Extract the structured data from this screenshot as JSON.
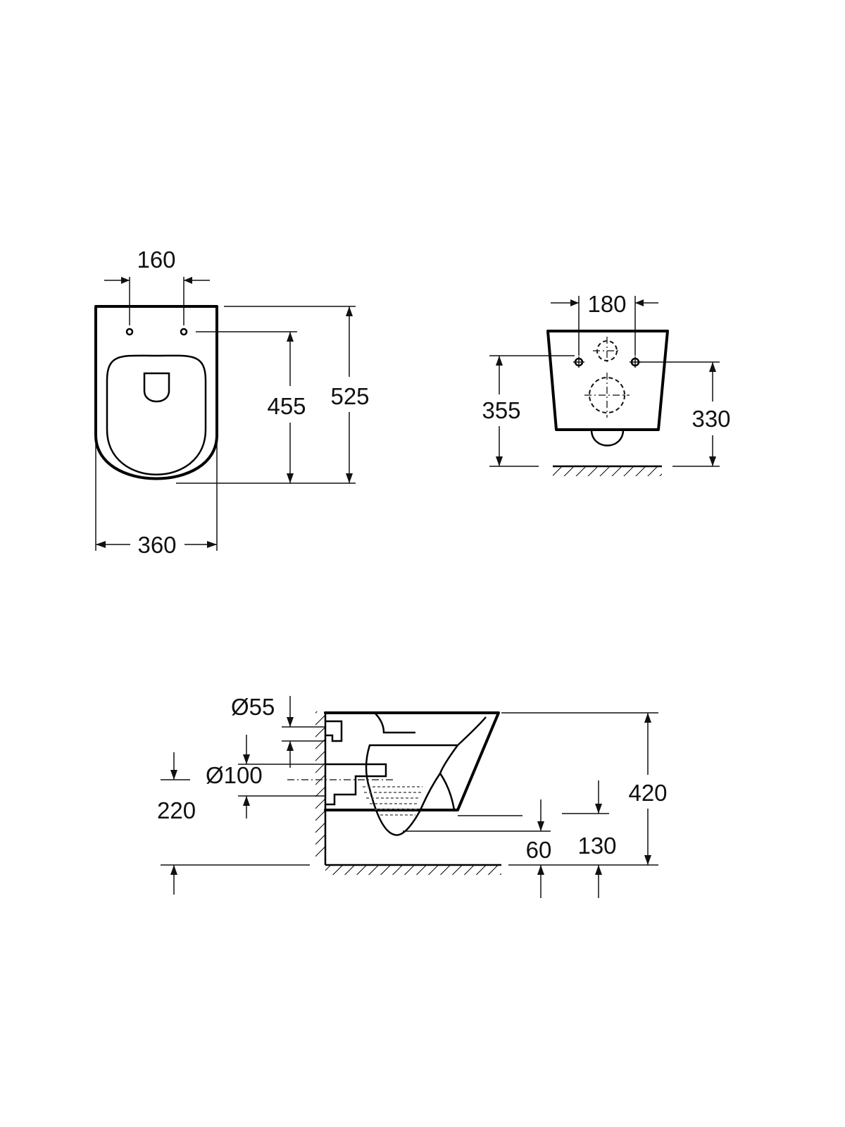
{
  "top_view": {
    "dim_seat_holes": "160",
    "dim_width": "360",
    "dim_hole_to_front": "455",
    "dim_length": "525"
  },
  "rear_view": {
    "dim_bolt_spacing": "180",
    "dim_bolt_height": "355",
    "dim_outlet_height": "330"
  },
  "side_view": {
    "dim_inlet_dia": "Ø55",
    "dim_outlet_dia": "Ø100",
    "dim_outlet_height": "220",
    "dim_height": "420",
    "dim_bottom": "60",
    "dim_base": "130"
  }
}
